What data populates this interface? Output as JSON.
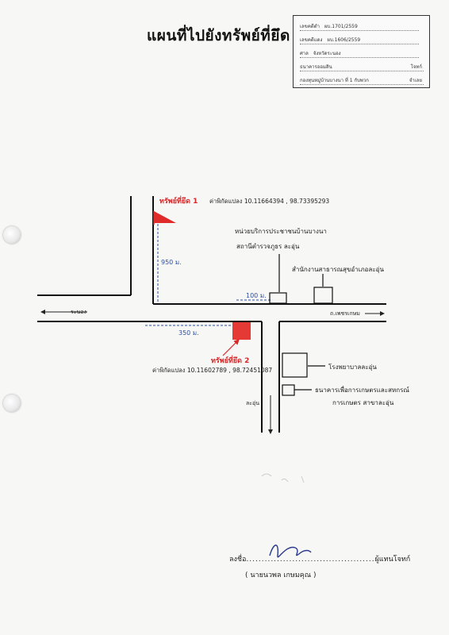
{
  "title": "แผนที่ไปยังทรัพย์ที่ยึด",
  "info_box": {
    "rows": [
      {
        "label": "เลขคดีดำ",
        "value": "ผบ.1701/2559",
        "right": ""
      },
      {
        "label": "เลขคดีแดง",
        "value": "ผบ.1606/2559",
        "right": ""
      },
      {
        "label": "ศาล",
        "value": "จังหวัดระนอง",
        "right": ""
      },
      {
        "label": "",
        "value": "ธนาคารออมสิน",
        "right": "โจทก์"
      },
      {
        "label": "",
        "value": "กองทุนหมู่บ้านบางนา ที่ 1 กับพวก",
        "right": "จำเลย"
      }
    ]
  },
  "map": {
    "property1": {
      "label": "ทรัพย์ที่ยึด 1",
      "coord_text": "ค่าพิกัดแปลง 10.11664394 , 98.73395293"
    },
    "property2": {
      "label": "ทรัพย์ที่ยึด 2",
      "coord_text": "ค่าพิกัดแปลง 10.11602789 , 98.72451087"
    },
    "distances": {
      "d950": "950 ม.",
      "d100": "100 ม.",
      "d350": "350 ม."
    },
    "landmarks": {
      "water_unit_line1": "หน่วยบริการประชาชนบ้านบางนา",
      "water_unit_line2": "สถานีตำรวจภูธร ละอุ่น",
      "health_office": "สำนักงานสาธารณสุขอำเภอละอุ่น",
      "hospital": "โรงพยาบาลละอุ่น",
      "baac_line1": "ธนาคารเพื่อการเกษตรและสหกรณ์",
      "baac_line2": "การเกษตร สาขาละอุ่น"
    },
    "roads": {
      "to_ranong": "ระนอง",
      "phetkasem": "ถ.เพชรเกษม",
      "la_un": "ละอุ่น"
    }
  },
  "signature": {
    "prefix": "ลงชื่อ",
    "role": "ผู้แทนโจทก์",
    "name": "(     นายนวพล  เกษมคุณ     )"
  }
}
